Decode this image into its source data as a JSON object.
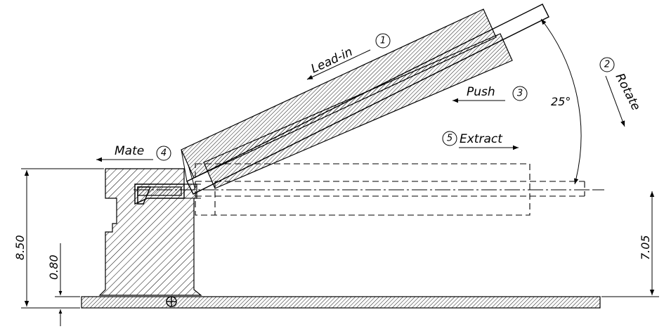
{
  "steps": [
    {
      "text": "Lead-in",
      "number": "1"
    },
    {
      "text": "Rotate",
      "number": "2"
    },
    {
      "text": "Push",
      "number": "3"
    },
    {
      "text": "Mate",
      "number": "4"
    },
    {
      "text": "Extract",
      "number": "5"
    }
  ],
  "dimensions": {
    "angle": "25°",
    "height_total": "8.50",
    "height_pin": "7.05",
    "gap": "0.80"
  }
}
